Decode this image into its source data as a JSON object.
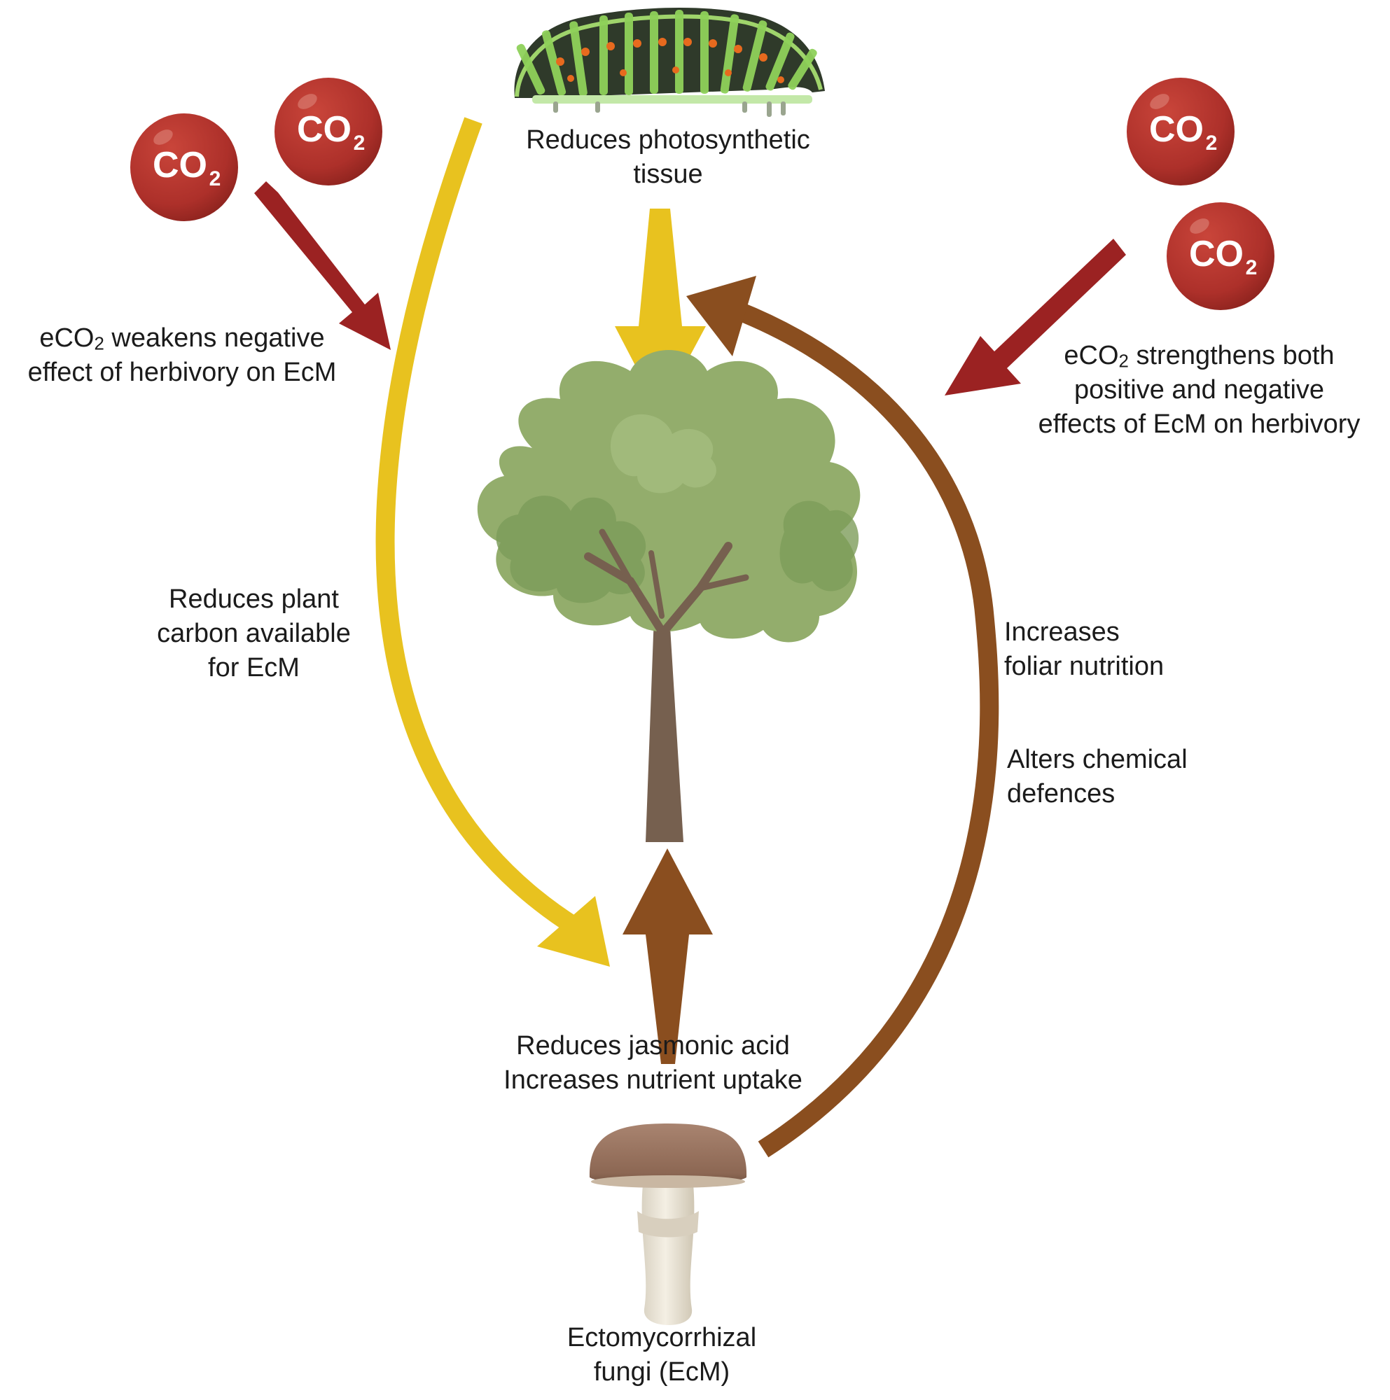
{
  "colors": {
    "co2_ball": "#b3342c",
    "co2_ball_dark": "#8e231e",
    "co2_arrow": "#9b2222",
    "yellow_arrow": "#e8c21f",
    "brown_arrow": "#8a4e1f",
    "canopy": "#93ad6c",
    "canopy_dark": "#7a9a58",
    "trunk": "#76604f",
    "mushroom_cap": "#9b7560",
    "mushroom_stem": "#ece6d8"
  },
  "co2": {
    "base": "CO",
    "subscript": "2"
  },
  "labels": {
    "herbivore_effect": {
      "line1": "Reduces photosynthetic",
      "line2": "tissue"
    },
    "eco2_weakens": {
      "prefix": "eCO",
      "sub": "2",
      "line1_rest": " weakens negative",
      "line2": "effect of herbivory on EcM"
    },
    "eco2_strengthens": {
      "prefix": "eCO",
      "sub": "2",
      "line1_rest": " strengthens both",
      "line2": "positive and negative",
      "line3": "effects of EcM on herbivory"
    },
    "reduces_carbon": {
      "line1": "Reduces plant",
      "line2": "carbon available",
      "line3": "for EcM"
    },
    "increases_nutrition": {
      "line1": "Increases",
      "line2": "foliar nutrition"
    },
    "alters_defences": {
      "line1": "Alters chemical",
      "line2": "defences"
    },
    "fungi_effect": {
      "line1": "Reduces jasmonic acid",
      "line2": "Increases nutrient uptake"
    },
    "fungi_name": {
      "line1": "Ectomycorrhizal",
      "line2": "fungi (EcM)"
    }
  },
  "icons": {
    "herbivore": "caterpillar-icon",
    "plant": "tree-icon",
    "fungus": "mushroom-icon",
    "co2": "co2-molecule-icon"
  }
}
